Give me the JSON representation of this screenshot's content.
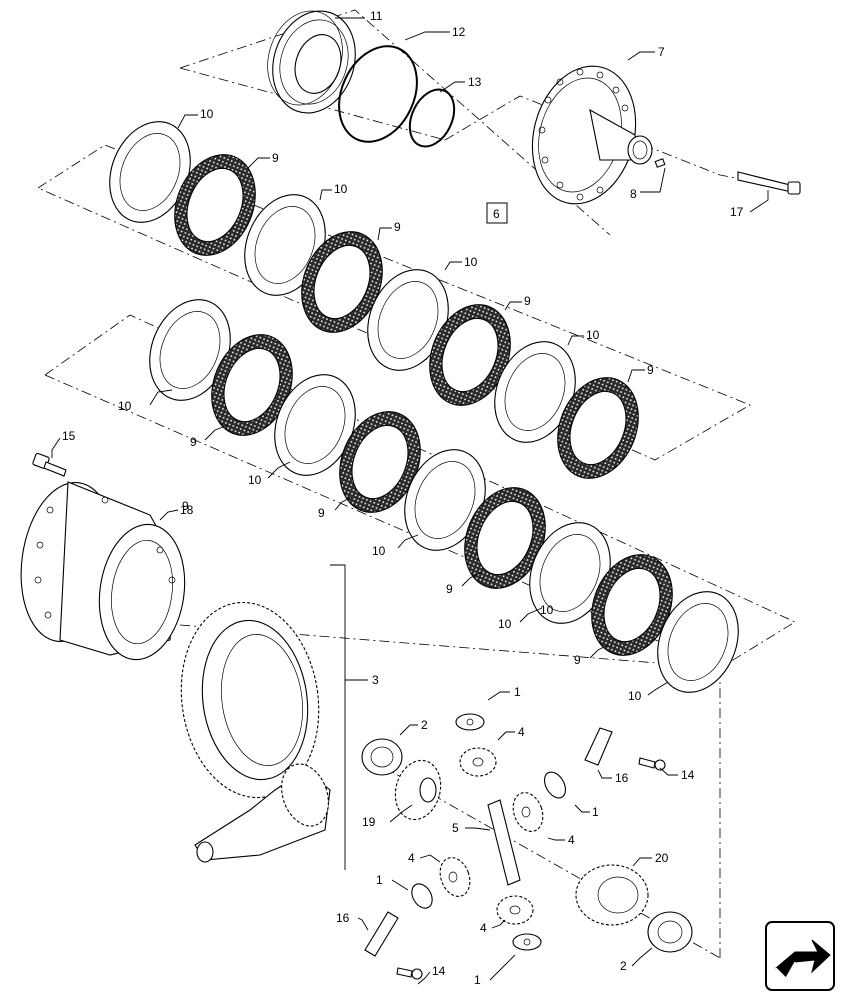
{
  "diagram": {
    "callouts": [
      {
        "id": "c-11a",
        "text": "11"
      },
      {
        "id": "c-12a",
        "text": "12"
      },
      {
        "id": "c-13a",
        "text": "13"
      },
      {
        "id": "c-7a",
        "text": "7"
      },
      {
        "id": "c-8a",
        "text": "8"
      },
      {
        "id": "c-6a",
        "text": "6"
      },
      {
        "id": "c-17a",
        "text": "17"
      },
      {
        "id": "c-10a",
        "text": "10"
      },
      {
        "id": "c-9a",
        "text": "9"
      },
      {
        "id": "c-10b",
        "text": "10"
      },
      {
        "id": "c-9b",
        "text": "9"
      },
      {
        "id": "c-10c",
        "text": "10"
      },
      {
        "id": "c-9c",
        "text": "9"
      },
      {
        "id": "c-10d",
        "text": "10"
      },
      {
        "id": "c-9d",
        "text": "9"
      },
      {
        "id": "c-10e",
        "text": "10"
      },
      {
        "id": "c-9e",
        "text": "9"
      },
      {
        "id": "c-10f",
        "text": "10"
      },
      {
        "id": "c-9f",
        "text": "9"
      },
      {
        "id": "c-10g",
        "text": "10"
      },
      {
        "id": "c-9g",
        "text": "9"
      },
      {
        "id": "c-10h",
        "text": "10"
      },
      {
        "id": "c-9h",
        "text": "9"
      },
      {
        "id": "c-10i",
        "text": "10"
      },
      {
        "id": "c-9i",
        "text": "9"
      },
      {
        "id": "c-10j",
        "text": "10"
      },
      {
        "id": "c-15a",
        "text": "15"
      },
      {
        "id": "c-18a",
        "text": "18"
      },
      {
        "id": "c-3a",
        "text": "3"
      },
      {
        "id": "c-1a",
        "text": "1"
      },
      {
        "id": "c-2a",
        "text": "2"
      },
      {
        "id": "c-4a",
        "text": "4"
      },
      {
        "id": "c-16a",
        "text": "16"
      },
      {
        "id": "c-14a",
        "text": "14"
      },
      {
        "id": "c-1b",
        "text": "1"
      },
      {
        "id": "c-4b",
        "text": "4"
      },
      {
        "id": "c-19a",
        "text": "19"
      },
      {
        "id": "c-5a",
        "text": "5"
      },
      {
        "id": "c-20a",
        "text": "20"
      },
      {
        "id": "c-4c",
        "text": "4"
      },
      {
        "id": "c-1c",
        "text": "1"
      },
      {
        "id": "c-16b",
        "text": "16"
      },
      {
        "id": "c-4d",
        "text": "4"
      },
      {
        "id": "c-14b",
        "text": "14"
      },
      {
        "id": "c-1d",
        "text": "1"
      },
      {
        "id": "c-2b",
        "text": "2"
      }
    ],
    "nav_icon": "next-page-arrow-icon"
  }
}
